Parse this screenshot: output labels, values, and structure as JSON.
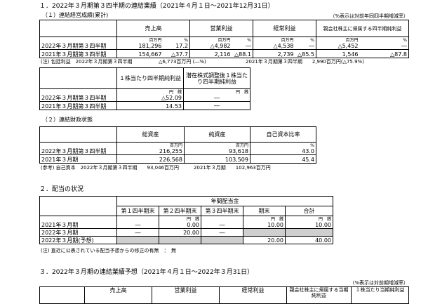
{
  "s1": {
    "title": "１．2022年３月期第３四半期の連結業績（2021年４月１日～2021年12月31日）",
    "sub": "（１）連結経営成績(累計)",
    "note_right": "（%表示は対前年同四半期増減率）",
    "headers": [
      "売上高",
      "営業利益",
      "経常利益",
      "親会社株主に帰属する四半期純利益"
    ],
    "units": [
      "百万円",
      "%"
    ],
    "rows": [
      {
        "label": "2022年３月期第３四半期",
        "sales": "181,296",
        "sales_pct": "17.2",
        "op": "△4,982",
        "op_pct": "―",
        "ord": "△4,538",
        "ord_pct": "―",
        "net": "△5,452",
        "net_pct": "―"
      },
      {
        "label": "2021年３月期第３四半期",
        "sales": "154,667",
        "sales_pct": "△37.7",
        "op": "2,116",
        "op_pct": "△88.1",
        "ord": "2,739",
        "ord_pct": "△85.5",
        "net": "1,546",
        "net_pct": "△87.8"
      }
    ],
    "note": "(注) 包括利益　2022年３月期第３四半期",
    "note_v1": "△6,773百万円 (―%)",
    "note_v2": "2021年３月期第３四半期　　2,990百万円(△75.9%)",
    "eps_headers": [
      "１株当たり四半期純利益",
      "潜在株式調整後１株当たり四半期純利益"
    ],
    "eps_units": [
      "円",
      "銭"
    ],
    "eps_rows": [
      {
        "label": "2022年３月期第３四半期",
        "eps": "△52.09",
        "diluted": "―"
      },
      {
        "label": "2021年３月期第３四半期",
        "eps": "14.53",
        "diluted": "―"
      }
    ]
  },
  "s2": {
    "sub": "（２）連結財政状態",
    "headers": [
      "総資産",
      "純資産",
      "自己資本比率"
    ],
    "units": [
      "百万円",
      "百万円",
      "%"
    ],
    "rows": [
      {
        "label": "2022年３月期第３四半期",
        "assets": "216,255",
        "net": "93,618",
        "ratio": "43.0"
      },
      {
        "label": "2021年３月期",
        "assets": "226,568",
        "net": "103,509",
        "ratio": "45.4"
      }
    ],
    "ref": "(参考) 自己資本　2022年３月期第３四半期　　93,046百万円　　　2021年３月期　　102,963百万円"
  },
  "s3": {
    "title": "２．配当の状況",
    "group": "年間配当金",
    "headers": [
      "第１四半期末",
      "第２四半期末",
      "第３四半期末",
      "期末",
      "合計"
    ],
    "units": [
      "円",
      "銭"
    ],
    "rows": [
      {
        "label": "2021年３月期",
        "q1": "―",
        "q2": "0.00",
        "q3": "―",
        "end": "10.00",
        "total": "10.00"
      },
      {
        "label": "2022年３月期",
        "q1": "―",
        "q2": "20.00",
        "q3": "―",
        "end": "",
        "total": ""
      },
      {
        "label": "2022年３月期(予想)",
        "q1": "",
        "q2": "",
        "q3": "",
        "end": "20.00",
        "total": "40.00"
      }
    ],
    "note": "(注) 直近に公表されている配当予想からの修正の有無　：　無"
  },
  "s4": {
    "title": "３．2022年３月期の連結業績予想（2021年４月１日～2022年３月31日）",
    "note_right": "（%表示は対前期増減率）",
    "headers": [
      "売上高",
      "営業利益",
      "経常利益",
      "親会社株主に帰属する当期純利益",
      "１株当たり当期純利益"
    ]
  }
}
